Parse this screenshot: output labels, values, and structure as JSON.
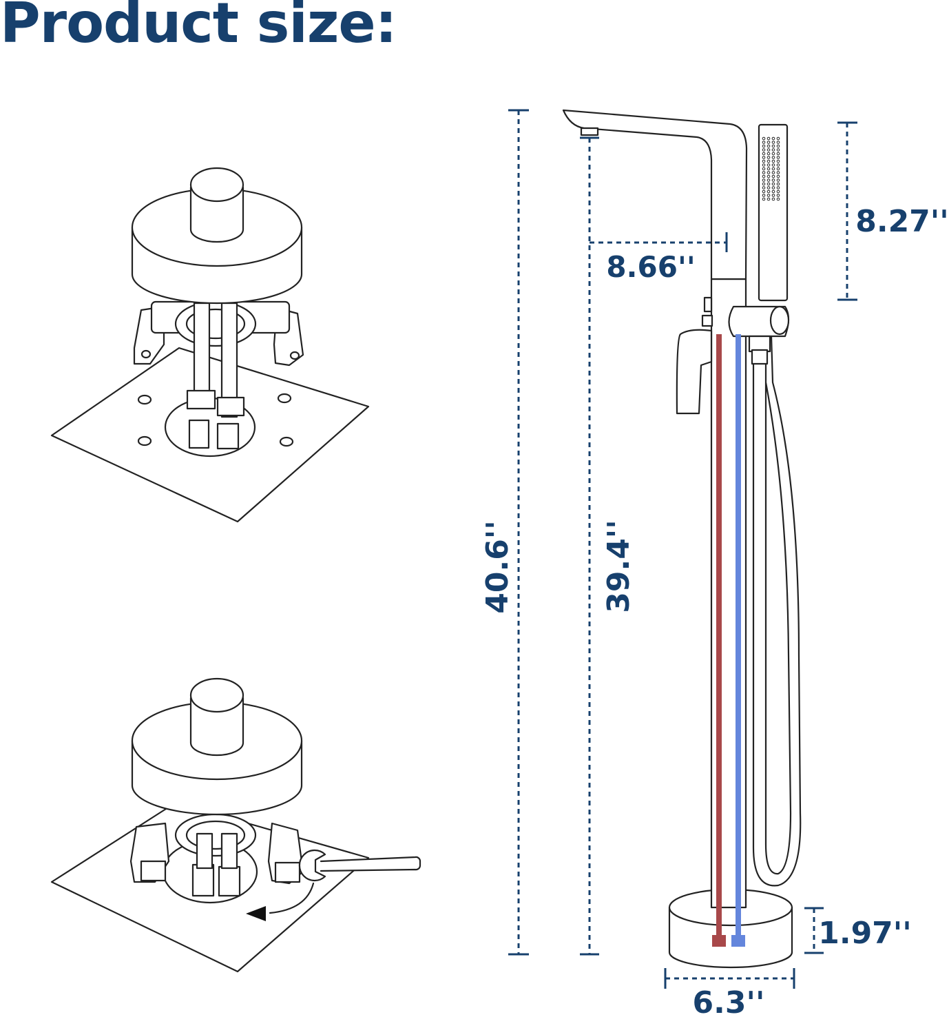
{
  "title": "Product size:",
  "dimensions": {
    "total_height": "40.6''",
    "spout_height": "39.4''",
    "spout_reach": "8.66''",
    "handshower_height": "8.27''",
    "base_height": "1.97''",
    "base_diameter": "6.3''"
  },
  "colors": {
    "dimension": "#17406d",
    "hot_line": "#a8484a",
    "cold_line": "#6486dc",
    "ink": "#222222"
  },
  "icons": {
    "installation_step_1": "mounting-bracket-illustration",
    "installation_step_2": "wrench-tighten-illustration",
    "product": "freestanding-tub-faucet-drawing"
  }
}
